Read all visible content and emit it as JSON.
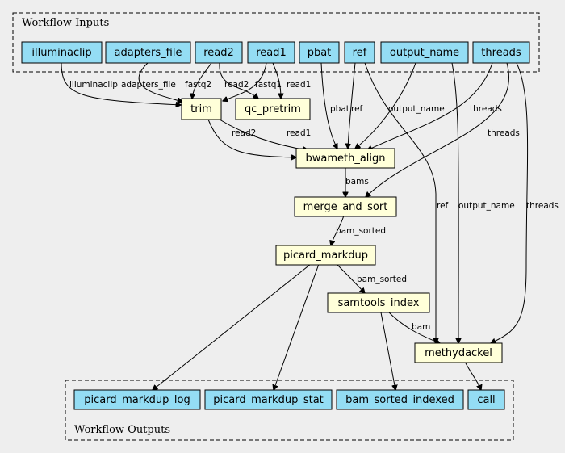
{
  "clusters": {
    "inputs": "Workflow Inputs",
    "outputs": "Workflow Outputs"
  },
  "inputs": {
    "illuminaclip": "illuminaclip",
    "adapters_file": "adapters_file",
    "read2": "read2",
    "read1": "read1",
    "pbat": "pbat",
    "ref": "ref",
    "output_name": "output_name",
    "threads": "threads"
  },
  "steps": {
    "trim": "trim",
    "qc_pretrim": "qc_pretrim",
    "bwameth_align": "bwameth_align",
    "merge_and_sort": "merge_and_sort",
    "picard_markdup": "picard_markdup",
    "samtools_index": "samtools_index",
    "methydackel": "methydackel"
  },
  "outputs": {
    "picard_markdup_log": "picard_markdup_log",
    "picard_markdup_stat": "picard_markdup_stat",
    "bam_sorted_indexed": "bam_sorted_indexed",
    "call": "call"
  },
  "edge_labels": {
    "illuminaclip_trim": "illuminaclip",
    "adapters_trim": "adapters_file",
    "read2_trim": "fastq2",
    "read2_qc": "read2",
    "read1_trim": "fastq1",
    "read1_qc": "read1",
    "pbat_bwa": "pbat",
    "ref_bwa": "ref",
    "output_name_bwa": "output_name",
    "threads_bwa": "threads",
    "threads_merge": "threads",
    "trim_bwa_read2": "read2",
    "trim_bwa_read1": "read1",
    "bwa_merge": "bams",
    "merge_picard": "bam_sorted",
    "picard_samtools": "bam_sorted",
    "ref_methy": "ref",
    "output_name_methy": "output_name",
    "threads_methy": "threads",
    "samtools_methy": "bam"
  }
}
